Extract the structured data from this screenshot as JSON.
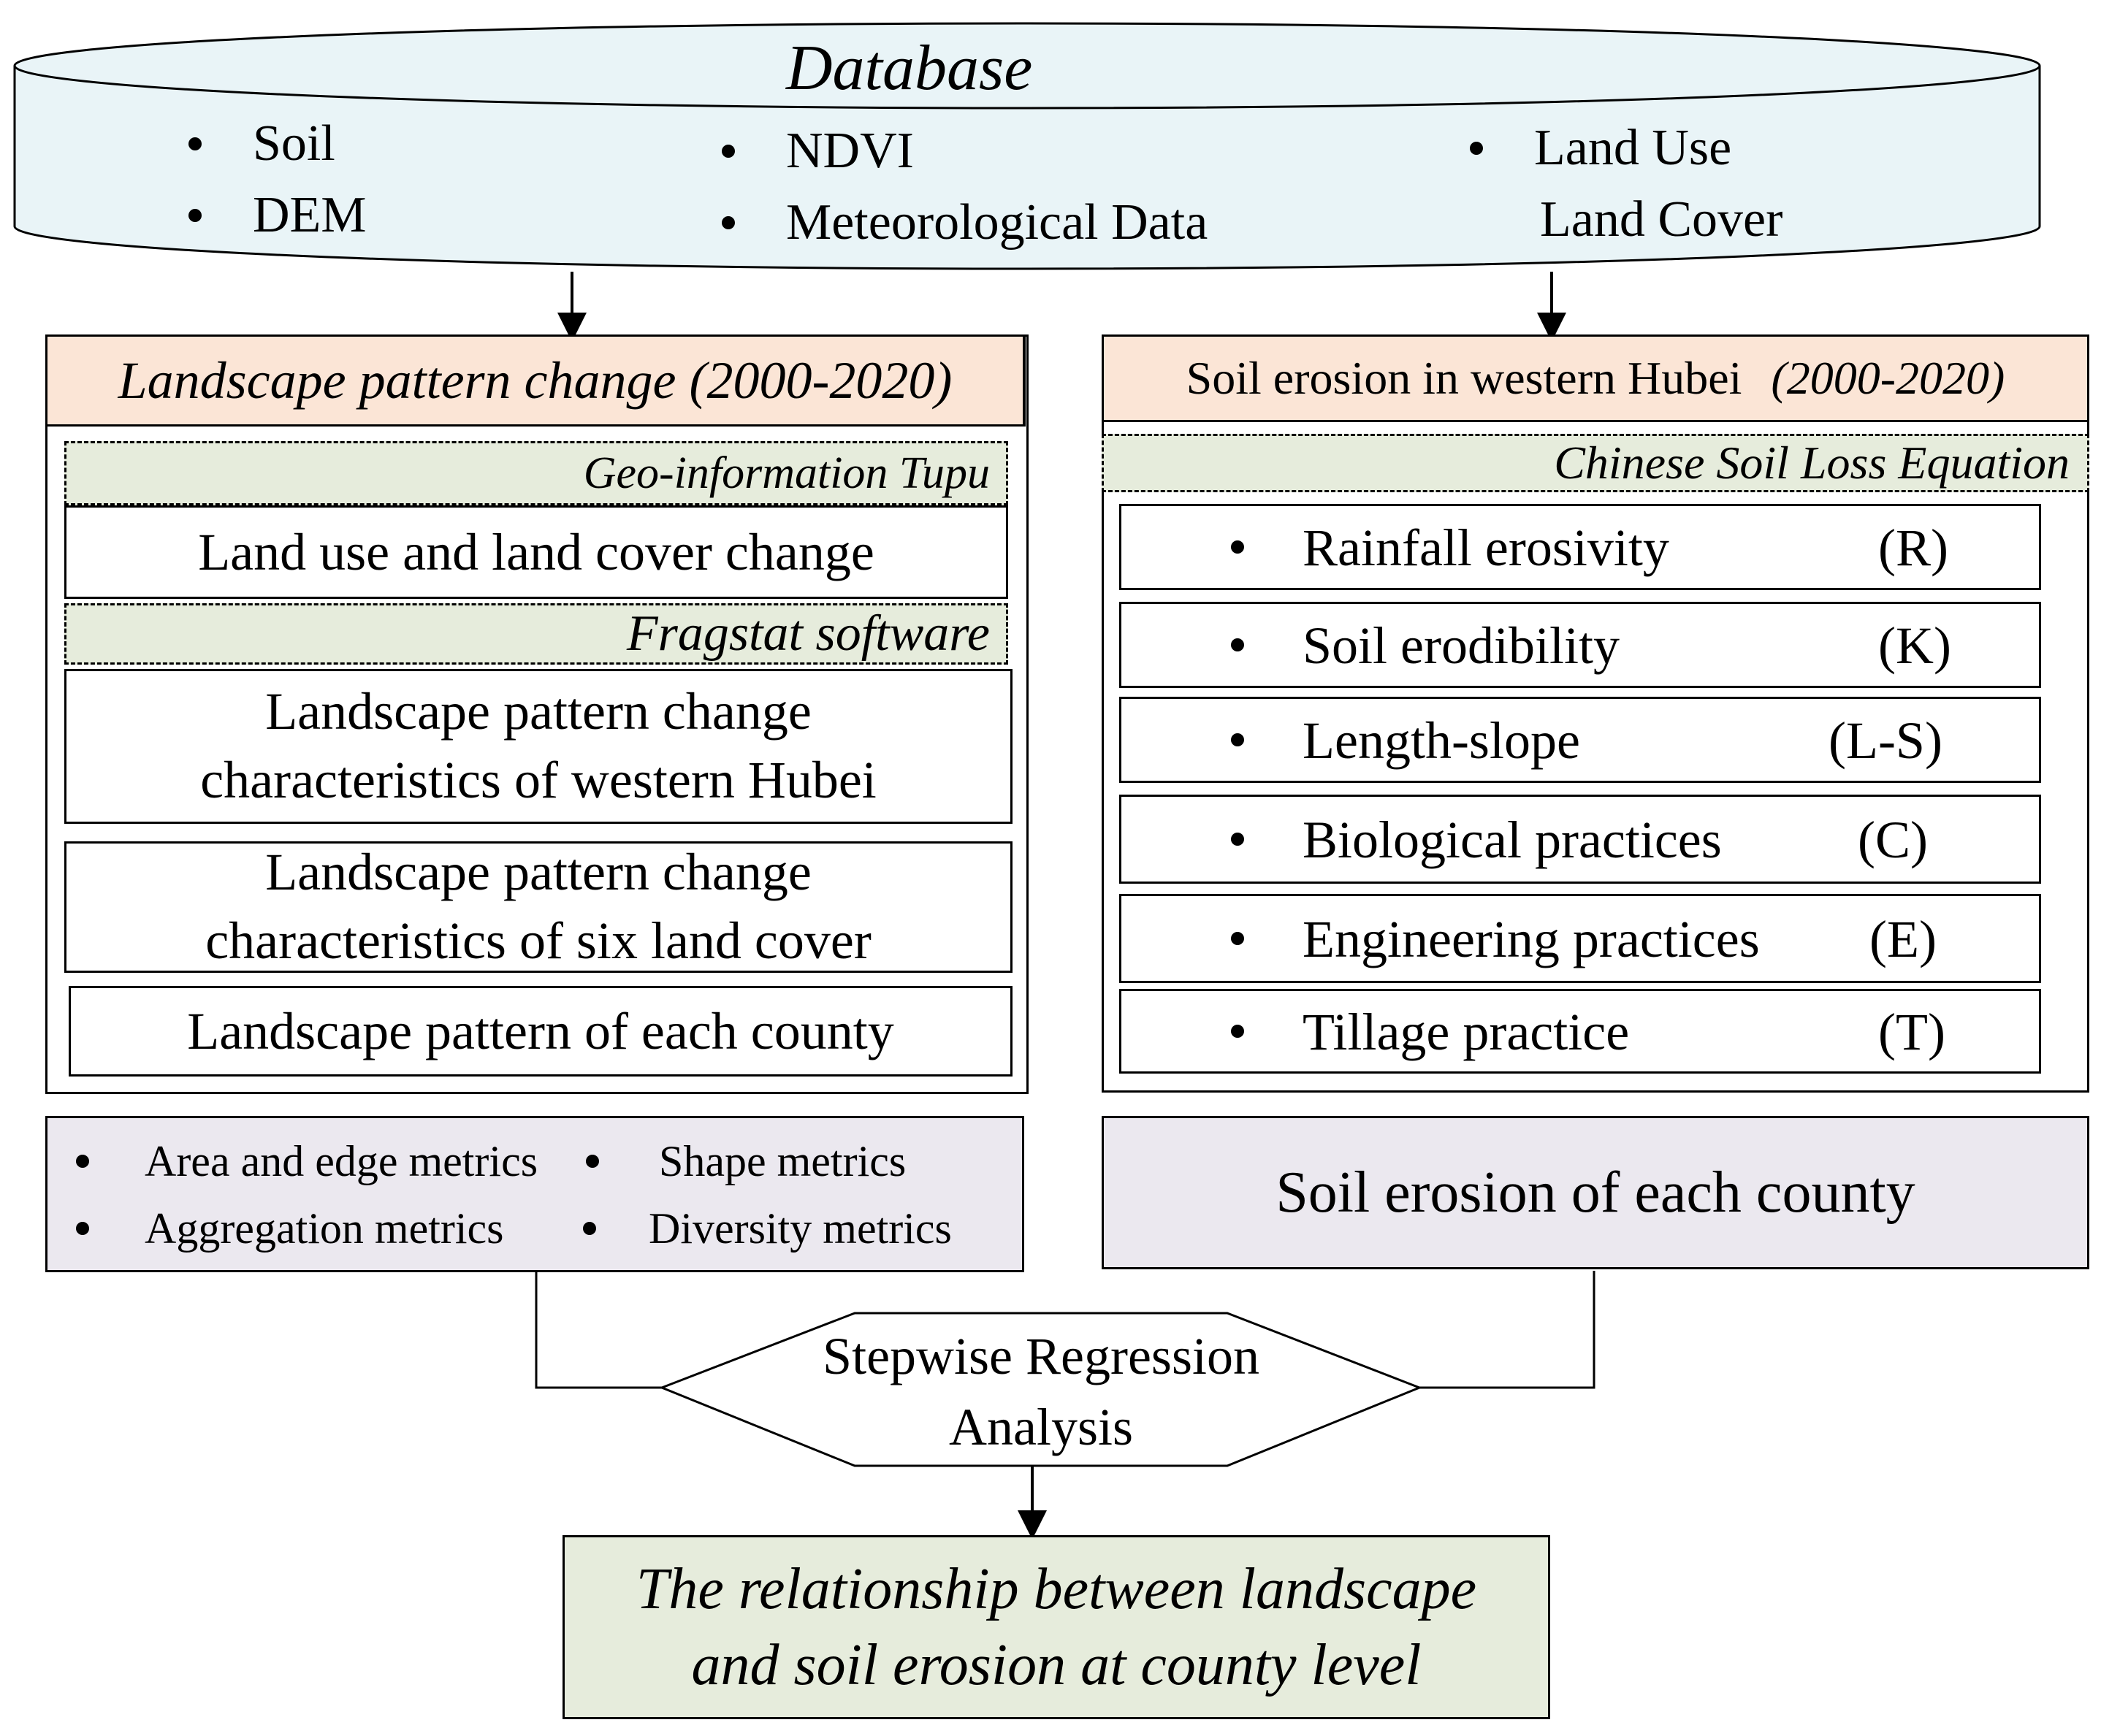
{
  "database": {
    "title": "Database",
    "col1": [
      "Soil",
      "DEM"
    ],
    "col2": [
      "NDVI",
      "Meteorological Data"
    ],
    "col3_label": "Land Use",
    "col3_line2": "Land Cover"
  },
  "left": {
    "header": "Landscape pattern change (2000-2020)",
    "tool1": "Geo-information Tupu",
    "box1": "Land use and land cover change",
    "tool2": "Fragstat software",
    "box2_line1": "Landscape pattern change",
    "box2_line2": "characteristics of western Hubei",
    "box3_line1": "Landscape pattern change",
    "box3_line2": "characteristics of six land cover",
    "box4": "Landscape pattern of each county",
    "metrics": [
      "Area and edge metrics",
      "Shape metrics",
      "Aggregation metrics",
      "Diversity metrics"
    ]
  },
  "right": {
    "header_main": "Soil erosion in western Hubei",
    "header_years": "(2000-2020)",
    "tool": "Chinese Soil Loss Equation",
    "factors": [
      {
        "name": "Rainfall erosivity",
        "symbol": "(R)"
      },
      {
        "name": "Soil erodibility",
        "symbol": "(K)"
      },
      {
        "name": "Length-slope",
        "symbol": "(L-S)"
      },
      {
        "name": "Biological practices",
        "symbol": "(C)"
      },
      {
        "name": "Engineering practices",
        "symbol": "(E)"
      },
      {
        "name": "Tillage practice",
        "symbol": "(T)"
      }
    ],
    "county": "Soil erosion of each county"
  },
  "analysis": {
    "line1": "Stepwise Regression",
    "line2": "Analysis"
  },
  "result": {
    "line1": "The relationship between landscape",
    "line2": "and soil erosion at county level"
  },
  "colors": {
    "database_fill": "#e9f4f7",
    "header_fill": "#fbe5d6",
    "tool_fill": "#e6ecdc",
    "metrics_fill": "#ebe8ef",
    "result_fill": "#e6ecdc"
  }
}
